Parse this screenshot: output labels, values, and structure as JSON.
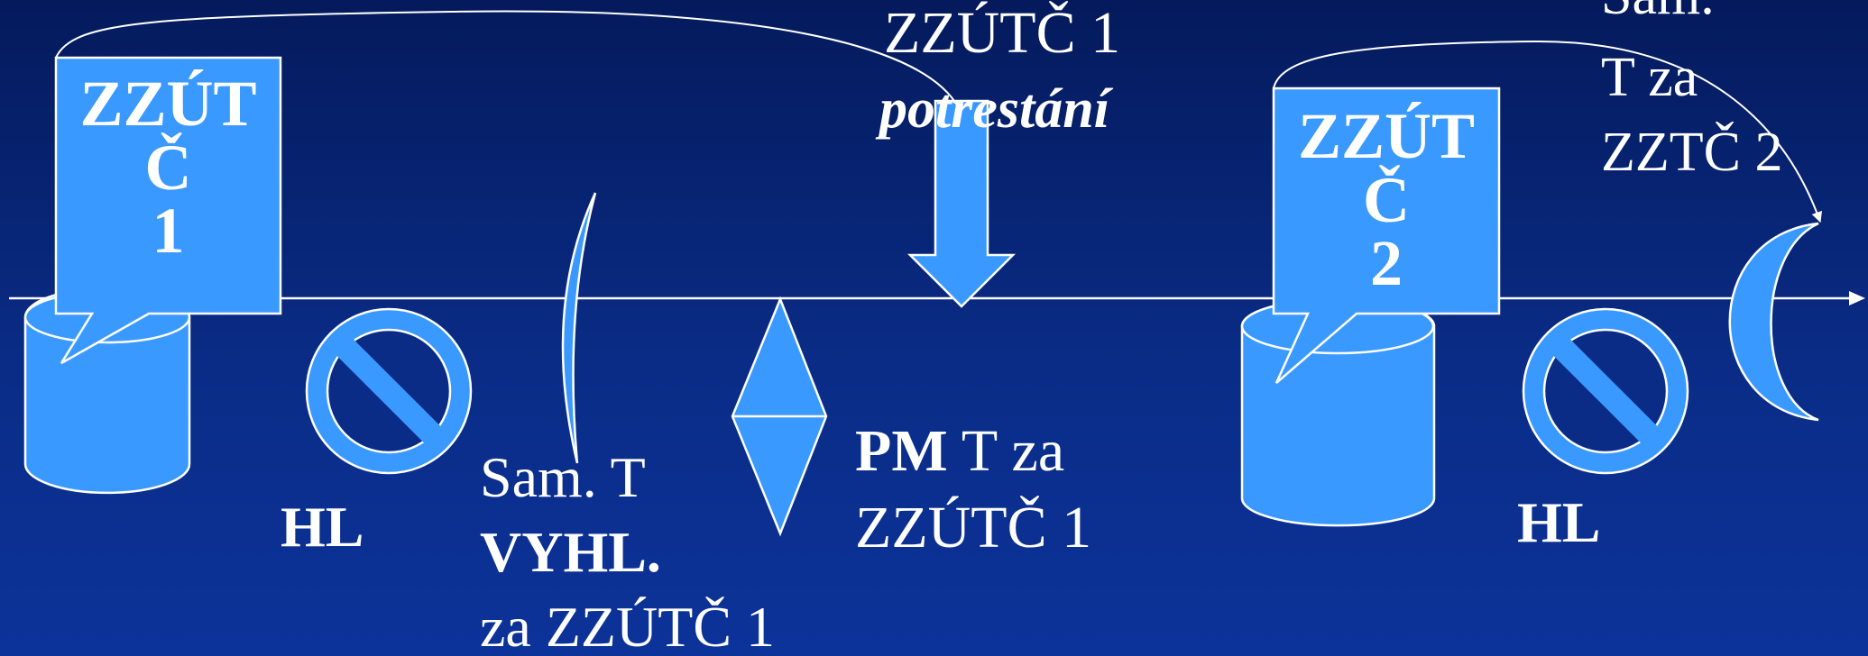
{
  "callouts": [
    {
      "lines": [
        "ZZÚT",
        "Č",
        "1"
      ]
    },
    {
      "lines": [
        "ZZÚT",
        "Č",
        "2"
      ]
    }
  ],
  "labels": {
    "hl_1": "HL",
    "hl_2": "HL",
    "punish_line1": "ZZÚTČ 1",
    "punish_line2": "potrestání",
    "sam_t": "Sam. T",
    "vyhl": "VYHL.",
    "za_zzutc": "za ZZÚTČ 1",
    "pm_bold": "PM",
    "pm_rest": " T za",
    "pm_line2": "ZZÚTČ 1",
    "sam_top": "Sam.",
    "t_za": "T za",
    "zztc2": "ZZTČ 2"
  },
  "colors": {
    "background_top": "#041a5c",
    "background_bottom": "#0c339a",
    "shape_fill": "#3a99ff",
    "stroke": "#ffffff",
    "text": "#ffffff"
  }
}
